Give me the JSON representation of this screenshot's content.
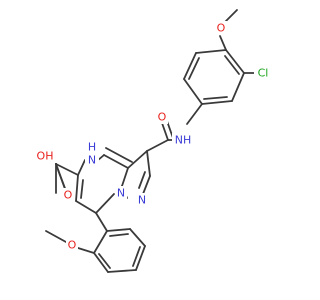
{
  "colors": {
    "bond": "#3a3a3a",
    "O": "#e8231f",
    "N": "#3b3bd6",
    "Cl": "#1ea51e",
    "C": "#3a3a3a"
  },
  "molecule": {
    "atoms": [
      {
        "id": "o_methoxy_top",
        "label": "O",
        "element": "O"
      },
      {
        "id": "cl",
        "label": "Cl",
        "element": "Cl"
      },
      {
        "id": "o_amide",
        "label": "O",
        "element": "O"
      },
      {
        "id": "nh_amide",
        "label": "NH",
        "element": "N"
      },
      {
        "id": "oh_acid",
        "label": "OH",
        "element": "O"
      },
      {
        "id": "nh_ring",
        "label": "N",
        "sublabel": "H",
        "element": "N"
      },
      {
        "id": "o_acid",
        "label": "O",
        "element": "O"
      },
      {
        "id": "n_bridge",
        "label": "N",
        "element": "N"
      },
      {
        "id": "n_pyrazole",
        "label": "N",
        "element": "N"
      },
      {
        "id": "o_methoxy_bottom",
        "label": "O",
        "element": "O"
      }
    ]
  }
}
